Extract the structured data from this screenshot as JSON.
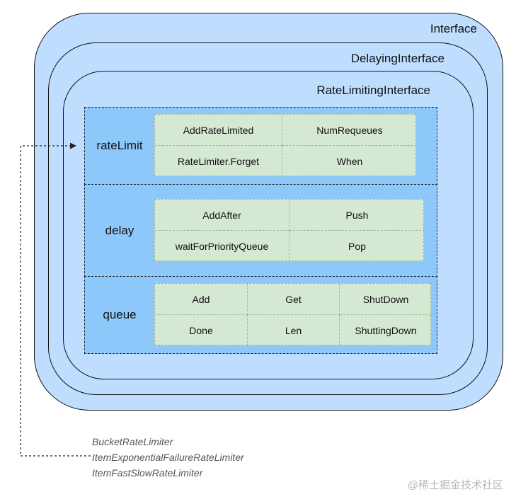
{
  "interfaces": {
    "outer": "Interface",
    "middle": "DelayingInterface",
    "inner": "RateLimitingInterface"
  },
  "layers": {
    "rateLimit": {
      "label": "rateLimit",
      "methods": [
        "AddRateLimited",
        "NumRequeues",
        "RateLimiter.Forget",
        "When"
      ]
    },
    "delay": {
      "label": "delay",
      "methods": [
        "AddAfter",
        "Push",
        "waitForPriorityQueue",
        "Pop"
      ]
    },
    "queue": {
      "label": "queue",
      "methods": [
        "Add",
        "Get",
        "ShutDown",
        "Done",
        "Len",
        "ShuttingDown"
      ]
    }
  },
  "rate_limiters": [
    "BucketRateLimiter",
    "ItemExponentialFailureRateLimiter",
    "ItemFastSlowRateLimiter"
  ],
  "watermark": "@稀土掘金技术社区",
  "colors": {
    "interface_fill": "#bfdeff",
    "layer_fill": "#8ec8fb",
    "method_fill": "#d5e8d4",
    "border": "#111111"
  }
}
